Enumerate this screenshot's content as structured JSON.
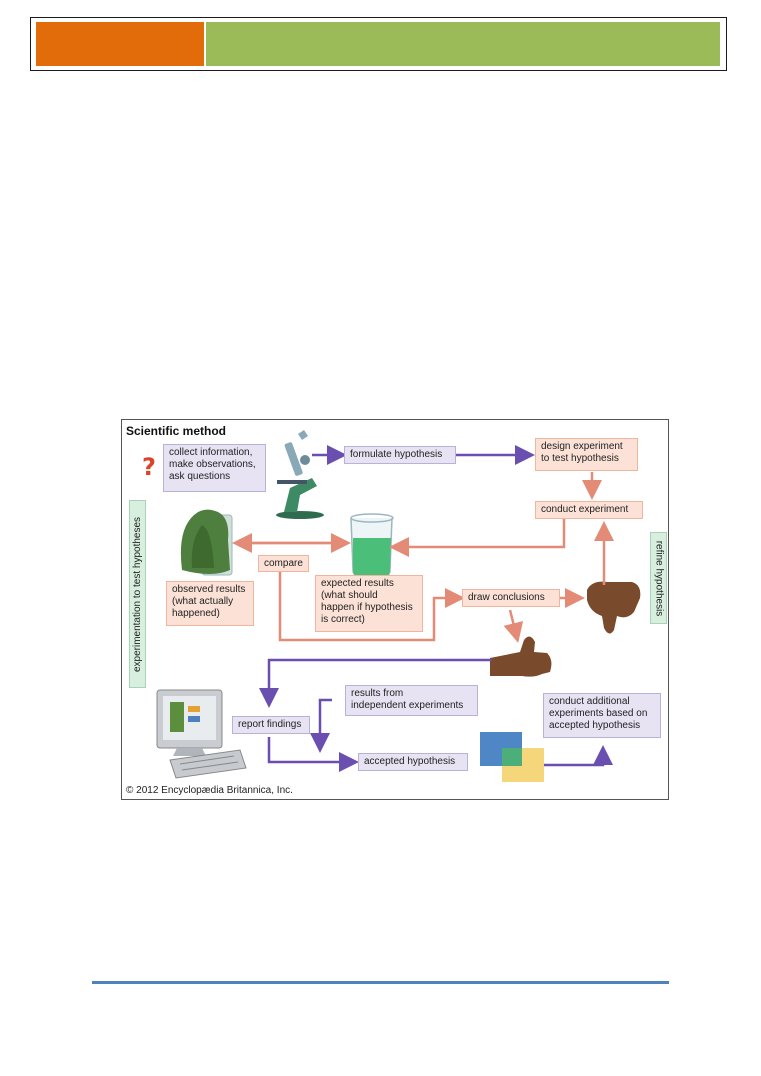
{
  "colors": {
    "header_orange": "#e36c0a",
    "header_green": "#9bbb59",
    "footer_rule": "#4f81bd",
    "arrow_purple": "#6a4fb0",
    "arrow_pink": "#e38b76",
    "question_mark": "#d9442a"
  },
  "diagram": {
    "title": "Scientific method",
    "nodes": {
      "collect": "collect information,\nmake observations,\nask questions",
      "formulate": "formulate hypothesis",
      "design": "design experiment\nto test hypothesis",
      "conduct": "conduct experiment",
      "compare": "compare",
      "observed": "observed results\n(what actually\nhappened)",
      "expected": "expected results\n(what should\nhappen if hypothesis\nis correct)",
      "draw": "draw conclusions",
      "report": "report findings",
      "independent": "results from\nindependent experiments",
      "accepted": "accepted hypothesis",
      "additional": "conduct additional\nexperiments based on\naccepted hypothesis"
    },
    "side_left": "experimentation to test hypotheses",
    "side_right": "refine hypothesis",
    "credit": "© 2012 Encyclopædia Britannica, Inc.",
    "icons": [
      "question-mark-icon",
      "microscope-icon",
      "beaker-icon",
      "green-cloth-beaker-icon",
      "thumbs-down-icon",
      "thumbs-up-icon",
      "computer-icon",
      "overlapping-squares-icon"
    ]
  }
}
